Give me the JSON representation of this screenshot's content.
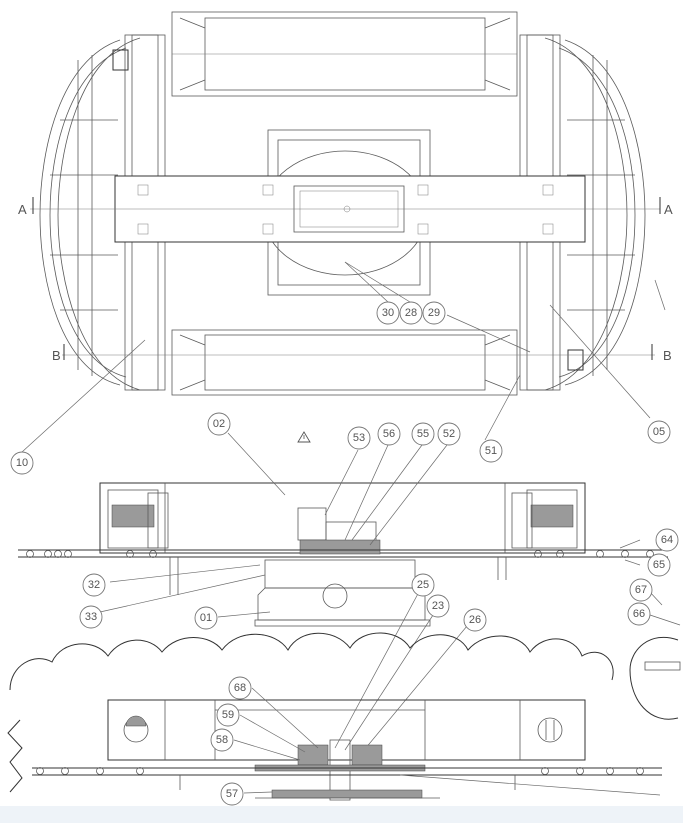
{
  "section_marks": [
    {
      "name": "section-mark-a-left",
      "label": "A"
    },
    {
      "name": "section-mark-a-right",
      "label": "A"
    },
    {
      "name": "section-mark-b-left",
      "label": "B"
    },
    {
      "name": "section-mark-b-right",
      "label": "B"
    }
  ],
  "callouts": [
    {
      "label": "30"
    },
    {
      "label": "28"
    },
    {
      "label": "29"
    },
    {
      "label": "10"
    },
    {
      "label": "05"
    },
    {
      "label": "51"
    },
    {
      "label": "02"
    },
    {
      "label": "53"
    },
    {
      "label": "56"
    },
    {
      "label": "55"
    },
    {
      "label": "52"
    },
    {
      "label": "64"
    },
    {
      "label": "65"
    },
    {
      "label": "67"
    },
    {
      "label": "66"
    },
    {
      "label": "32"
    },
    {
      "label": "33"
    },
    {
      "label": "01"
    },
    {
      "label": "25"
    },
    {
      "label": "23"
    },
    {
      "label": "26"
    },
    {
      "label": "68"
    },
    {
      "label": "59"
    },
    {
      "label": "58"
    },
    {
      "label": "57"
    }
  ],
  "warning_icon": "warning-triangle-icon"
}
